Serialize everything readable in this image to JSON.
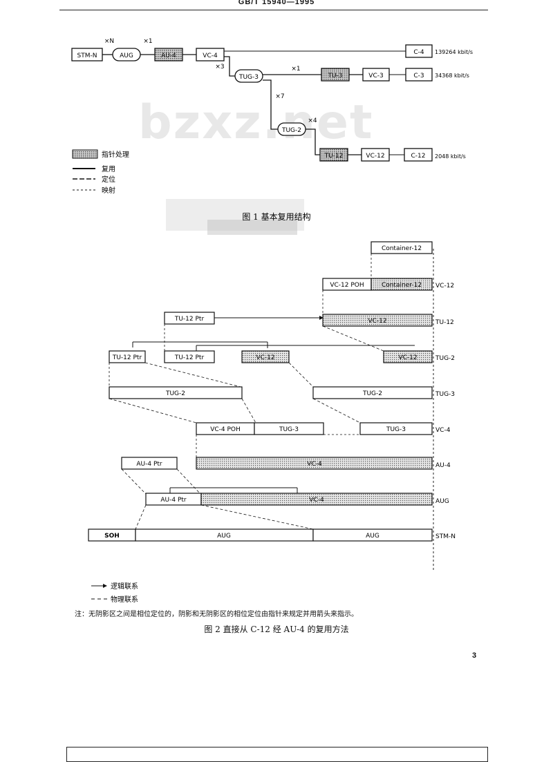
{
  "header": {
    "standard_no": "GB/T  15940—1995"
  },
  "watermark": "bzxz.net",
  "fig1": {
    "caption": "图 1   基本复用结构",
    "boxes": {
      "stm": "STM-N",
      "aug": "AUG",
      "au4": "AU-4",
      "vc4": "VC-4",
      "c4": "C-4",
      "tug3": "TUG-3",
      "tu3": "TU-3",
      "vc3": "VC-3",
      "c3": "C-3",
      "tug2": "TUG-2",
      "tu12": "TU-12",
      "vc12": "VC-12",
      "c12": "C-12"
    },
    "mult": {
      "xn": "×N",
      "x1a": "×1",
      "x3": "×3",
      "x1b": "×1",
      "x7": "×7",
      "x4": "×4"
    },
    "rates": {
      "r1": "139264 kbit/s",
      "r2": "34368 kbit/s",
      "r3": "2048 kbit/s"
    },
    "legend": {
      "pointer": "指针处理",
      "multiplex": "复用",
      "align": "定位",
      "map": "映射"
    }
  },
  "fig2": {
    "caption": "图 2   直接从 C-12 经 AU-4 的复用方法",
    "row_labels": [
      "VC-12",
      "TU-12",
      "TUG-2",
      "TUG-3",
      "VC-4",
      "AU-4",
      "AUG",
      "STM-N"
    ],
    "blocks": {
      "container_top": "Container-12",
      "vc12poh": "VC-12 POH",
      "container_shaded": "Container-12",
      "tu12ptr_a": "TU-12 Ptr",
      "vc12_a": "VC-12",
      "tu12ptr_b": "TU-12 Ptr",
      "tu12ptr_c": "TU-12 Ptr",
      "vc12_b": "VC-12",
      "vc12_c": "VC-12",
      "tug2_a": "TUG-2",
      "tug2_b": "TUG-2",
      "vc4poh": "VC-4 POH",
      "tug3_a": "TUG-3",
      "tug3_b": "TUG-3",
      "au4ptr_a": "AU-4 Ptr",
      "vc4_a": "VC-4",
      "au4ptr_b": "AU-4 Ptr",
      "vc4_b": "VC-4",
      "soh": "SOH",
      "aug_a": "AUG",
      "aug_b": "AUG"
    },
    "legend": {
      "logical": "逻辑联系",
      "physical": "物理联系"
    },
    "note": "注：无阴影区之间是相位定位的，阴影和无阴影区的相位定位由指针来规定并用箭头来指示。"
  },
  "page_number": "3"
}
